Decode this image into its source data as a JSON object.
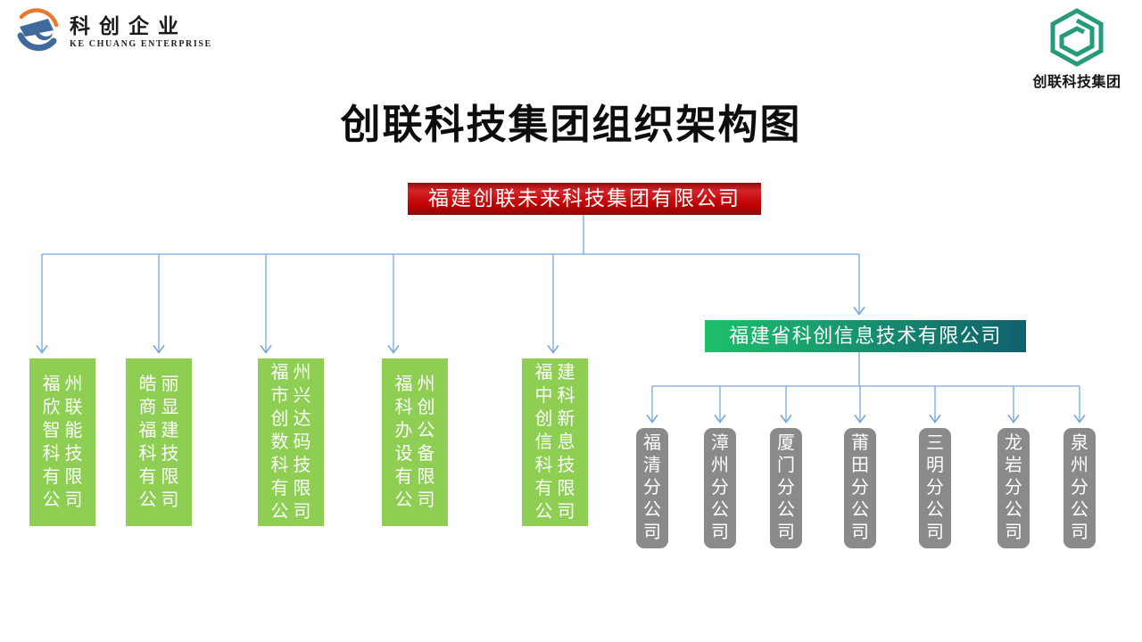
{
  "theme": {
    "connector": "#7aa7d9",
    "root_red": "#c00000",
    "root_red_dark": "#8e0b0c",
    "root_red_light": "#d3252a",
    "sub_green": "#8dce53",
    "mid_green": "#1ec06c",
    "mid_teal": "#10606f",
    "branch_gray": "#8a8a8a",
    "logo_orange": "#e87a2f",
    "logo_blue": "#40699c",
    "logo_green": "#279a7b"
  },
  "header": {
    "left_logo": {
      "cn": "科创企业",
      "en": "KE CHUANG ENTERPRISE"
    },
    "right_logo": {
      "label": "创联科技集团"
    }
  },
  "title": "创联科技集团组织架构图",
  "chart": {
    "root": {
      "label": "福建创联未来科技集团有限公司"
    },
    "mid": {
      "label": "福建省科创信息技术有限公司"
    },
    "subsidiaries": [
      {
        "label": "福州欣联智能科技有限公司",
        "lines": "福州\n欣联\n智能\n科技\n有限\n公司"
      },
      {
        "label": "皓丽商显福建科技有限公司",
        "lines": "皓丽\n商显\n福建\n科技\n有限\n公司"
      },
      {
        "label": "福州市兴创达数码科技有限公司",
        "lines": "福州\n市兴\n创达\n数码\n科技\n有限\n公司"
      },
      {
        "label": "福州科创办公设备有限公司",
        "lines": "福州\n科创\n办公\n设备\n有限\n公司"
      },
      {
        "label": "福建中科创新信息科技有限公司",
        "lines": "福建\n中科\n创新\n信息\n科技\n有限\n公司"
      }
    ],
    "branches": [
      {
        "label": "福清分公司",
        "lines": "福\n清\n分\n公\n司"
      },
      {
        "label": "漳州分公司",
        "lines": "漳\n州\n分\n公\n司"
      },
      {
        "label": "厦门分公司",
        "lines": "厦\n门\n分\n公\n司"
      },
      {
        "label": "莆田分公司",
        "lines": "莆\n田\n分\n公\n司"
      },
      {
        "label": "三明分公司",
        "lines": "三\n明\n分\n公\n司"
      },
      {
        "label": "龙岩分公司",
        "lines": "龙\n岩\n分\n公\n司"
      },
      {
        "label": "泉州分公司",
        "lines": "泉\n州\n分\n公\n司"
      }
    ]
  }
}
